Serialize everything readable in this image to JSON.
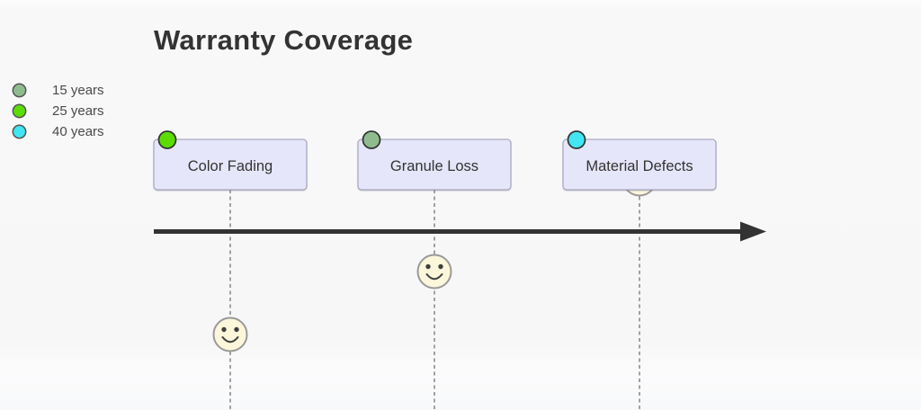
{
  "title": "Warranty Coverage",
  "legend": {
    "items": [
      {
        "label": "15 years",
        "color": "#8fbc8f"
      },
      {
        "label": "25 years",
        "color": "#5bdd02"
      },
      {
        "label": "40 years",
        "color": "#41e6f2"
      }
    ]
  },
  "diagram": {
    "type": "journey-timeline",
    "tasks": [
      {
        "label": "Color Fading",
        "actor": "25 years",
        "dot_color": "#5bdd02",
        "face": "smiley",
        "face_position": "low"
      },
      {
        "label": "Granule Loss",
        "actor": "15 years",
        "dot_color": "#8fbc8f",
        "face": "smiley",
        "face_position": "middle"
      },
      {
        "label": "Material Defects",
        "actor": "40 years",
        "dot_color": "#41e6f2",
        "face": "smiley",
        "face_position": "high"
      }
    ],
    "colors": {
      "task_fill": "#e6e6fa",
      "task_border": "#9a99b3",
      "arrow": "#333333",
      "face_fill": "#fcf7da",
      "face_border": "#999999",
      "dashed_line": "#8c8c8c"
    }
  }
}
